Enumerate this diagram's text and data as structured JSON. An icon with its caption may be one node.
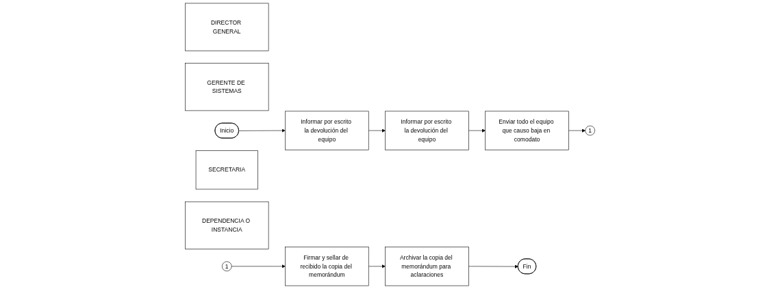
{
  "diagram": {
    "nodes": [
      {
        "text": [
          "DIRECTOR GENERAL"
        ]
      },
      {
        "text": [
          "GERENTE DE SISTEMAS"
        ]
      },
      {
        "text": [
          "Inicio"
        ]
      },
      {
        "text": [
          "Informar por escrito la devolución del equipo"
        ]
      },
      {
        "text": [
          "Informar por escrito la devolución del equipo"
        ]
      },
      {
        "text": [
          "Enviar todo el equipo que causo baja en comodato"
        ]
      },
      {
        "text": [
          "1"
        ]
      },
      {
        "text": [
          "SECRETARIA"
        ]
      },
      {
        "text": [
          "DEPENDENCIA O INSTANCIA"
        ]
      },
      {
        "text": [
          "Fin"
        ]
      },
      {
        "text": [
          "Archivar la copia del memorándum para aclaraciones"
        ]
      },
      {
        "text": [
          "Firmar y sellar de recibido la copia del memorándum"
        ]
      },
      {
        "text": [
          "1"
        ]
      }
    ],
    "edges": [
      {
        "from": 2,
        "to": 3,
        "arrow": "to"
      },
      {
        "from": 3,
        "to": 4,
        "arrow": "to"
      },
      {
        "from": 4,
        "to": 5,
        "arrow": "to"
      },
      {
        "from": 5,
        "to": 6,
        "arrow": "to"
      },
      {
        "from": 12,
        "to": 11,
        "arrow": "to"
      },
      {
        "from": 11,
        "to": 10,
        "arrow": "to"
      },
      {
        "from": 10,
        "to": 9,
        "arrow": "to"
      }
    ]
  }
}
